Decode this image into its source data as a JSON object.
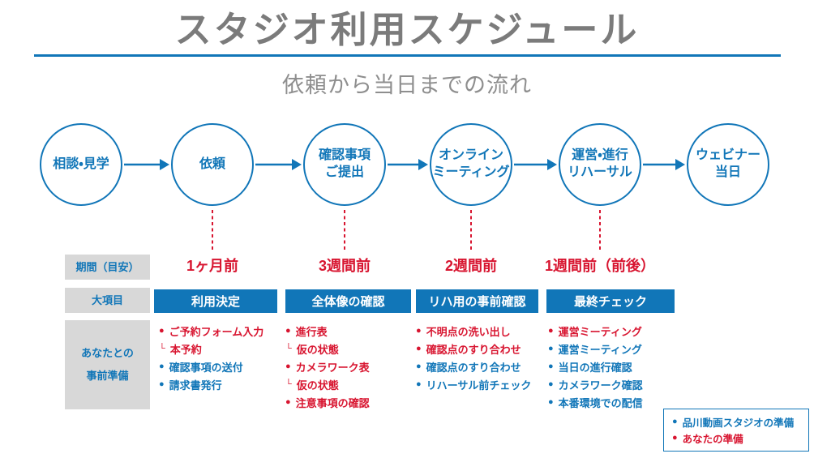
{
  "colors": {
    "blue": "#1176b8",
    "red": "#d81530",
    "title-gray": "#7b7b7b",
    "subtitle-gray": "#8e8e8e",
    "box-gray": "#d8d8d8"
  },
  "header": {
    "title": "スタジオ利用スケジュール",
    "subtitle": "依頼から当日までの流れ"
  },
  "flow": {
    "steps": [
      {
        "label": "相談・見学"
      },
      {
        "label": "依頼"
      },
      {
        "label": "確認事項\nご提出"
      },
      {
        "label": "オンライン\nミーティング"
      },
      {
        "label": "運営・進行\nリハーサル"
      },
      {
        "label": "ウェビナー\n当日"
      }
    ]
  },
  "rows": {
    "period": "期間（目安）",
    "major": "大項目",
    "prep": "あなたとの\n事前準備"
  },
  "timeline": [
    "1ヶ月前",
    "3週間前",
    "2週間前",
    "1週間前（前後）"
  ],
  "columns": [
    {
      "header": "利用決定",
      "items": [
        {
          "marker": "●",
          "text": "ご予約フォーム入力",
          "who": "you"
        },
        {
          "marker": "└",
          "text": "本予約",
          "who": "you"
        },
        {
          "marker": "●",
          "text": "確認事項の送付",
          "who": "studio"
        },
        {
          "marker": "●",
          "text": "請求書発行",
          "who": "studio"
        }
      ]
    },
    {
      "header": "全体像の確認",
      "items": [
        {
          "marker": "●",
          "text": "進行表",
          "who": "you"
        },
        {
          "marker": "└",
          "text": "仮の状態",
          "who": "you"
        },
        {
          "marker": "●",
          "text": "カメラワーク表",
          "who": "you"
        },
        {
          "marker": "└",
          "text": "仮の状態",
          "who": "you"
        },
        {
          "marker": "●",
          "text": "注意事項の確認",
          "who": "you"
        }
      ]
    },
    {
      "header": "リハ用の事前確認",
      "items": [
        {
          "marker": "●",
          "text": "不明点の洗い出し",
          "who": "you"
        },
        {
          "marker": "●",
          "text": "確認点のすり合わせ",
          "who": "you"
        },
        {
          "marker": "●",
          "text": "確認点のすり合わせ",
          "who": "studio"
        },
        {
          "marker": "●",
          "text": "リハーサル前チェック",
          "who": "studio"
        }
      ]
    },
    {
      "header": "最終チェック",
      "items": [
        {
          "marker": "●",
          "text": "運営ミーティング",
          "who": "you"
        },
        {
          "marker": "●",
          "text": "運営ミーティング",
          "who": "studio"
        },
        {
          "marker": "●",
          "text": "当日の進行確認",
          "who": "studio"
        },
        {
          "marker": "●",
          "text": "カメラワーク確認",
          "who": "studio"
        },
        {
          "marker": "●",
          "text": "本番環境での配信",
          "who": "studio"
        }
      ]
    }
  ],
  "legend": {
    "items": [
      {
        "marker": "●",
        "text": "品川動画スタジオの準備",
        "who": "studio"
      },
      {
        "marker": "●",
        "text": "あなたの準備",
        "who": "you"
      }
    ]
  }
}
